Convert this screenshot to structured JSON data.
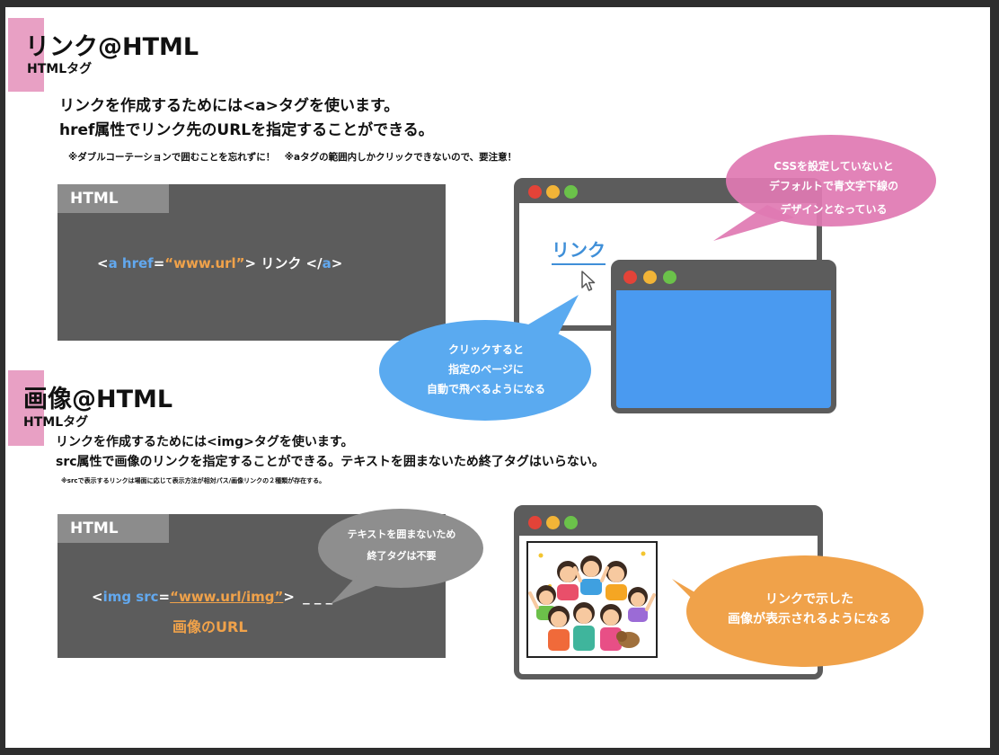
{
  "section1": {
    "title": "リンク@HTML",
    "subtitle": "HTMLタグ",
    "line1": "リンクを作成するためには<a>タグを使います。",
    "line2": "href属性でリンク先のURLを指定することができる。",
    "note": "※ダブルコーテーションで囲むことを忘れずに！　※aタグの範囲内しかクリックできないので、要注意！",
    "code_tab": "HTML",
    "code": {
      "lt": "<",
      "tag": "a href",
      "eq": "=",
      "value": "“www.url”",
      "rest": "> リンク </",
      "close": "a",
      "gt": ">"
    },
    "browser_link": "リンク",
    "bubble_css": [
      "CSSを設定していないと",
      "デフォルトで青文字下線の",
      "デザインとなっている"
    ],
    "bubble_click": [
      "クリックすると",
      "指定のページに",
      "自動で飛べるようになる"
    ]
  },
  "section2": {
    "title": "画像@HTML",
    "subtitle": "HTMLタグ",
    "line1": "リンクを作成するためには<img>タグを使います。",
    "line2": "src属性で画像のリンクを指定することができる。テキストを囲まないため終了タグはいらない。",
    "note": "※srcで表示するリンクは場面に応じて表示方法が相対パス/画像リンクの２種類が存在する。",
    "code_tab": "HTML",
    "code": {
      "lt": "<",
      "tag": "img src",
      "eq": "=",
      "value": "“www.url/img”",
      "gt": ">",
      "dashes": "_ _ _",
      "url_label": "画像のURL"
    },
    "bubble_noclose": [
      "テキストを囲まないため",
      "終了タグは不要"
    ],
    "bubble_image": [
      "リンクで示した",
      "画像が表示されるようになる"
    ]
  },
  "colors": {
    "accent_pink": "#e8a0c4",
    "bubble_pink": "#e07ab3",
    "bubble_blue": "#5aaaf0",
    "bubble_gray": "#8e8e8e",
    "bubble_orange": "#f0a24a",
    "code_bg": "#5c5c5c",
    "link_blue": "#3f8fd8"
  }
}
